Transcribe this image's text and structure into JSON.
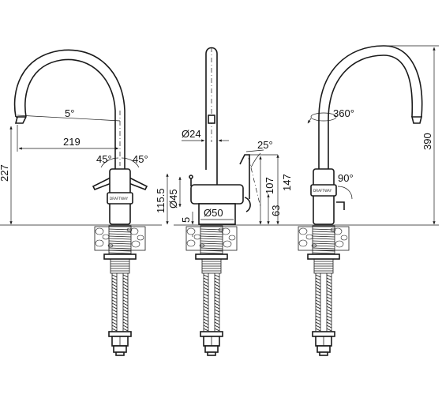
{
  "drawing": {
    "brand": "DRAFTWAY",
    "dims": {
      "angle_spout": "5°",
      "reach": "219",
      "handle_angle_left": "45°",
      "handle_angle_right": "45°",
      "total_height_left": "227",
      "pipe_dia": "Ø24",
      "lever_angle": "25°",
      "base_dia": "Ø45",
      "body_height": "115.5",
      "dim_107": "107",
      "dim_147": "147",
      "dim_63": "63",
      "dim_5": "5",
      "flange_dia": "Ø50",
      "rotation": "360°",
      "total_height_right": "390",
      "lever_rotation": "90°"
    }
  }
}
